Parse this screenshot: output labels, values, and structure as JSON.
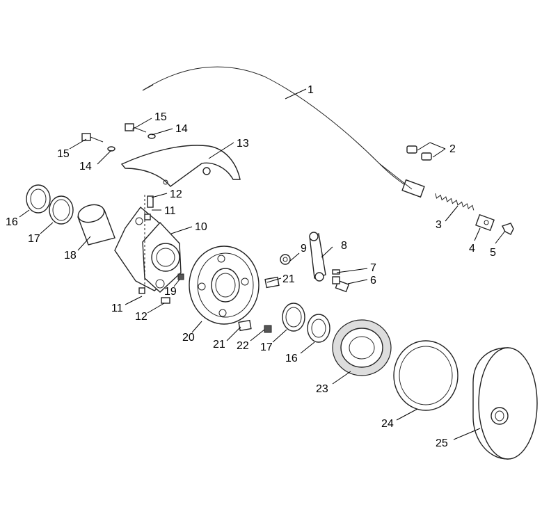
{
  "diagram": {
    "labels": [
      {
        "id": "l1",
        "text": "1"
      },
      {
        "id": "l2",
        "text": "2"
      },
      {
        "id": "l3",
        "text": "3"
      },
      {
        "id": "l4",
        "text": "4"
      },
      {
        "id": "l5",
        "text": "5"
      },
      {
        "id": "l6",
        "text": "6"
      },
      {
        "id": "l7",
        "text": "7"
      },
      {
        "id": "l8",
        "text": "8"
      },
      {
        "id": "l9",
        "text": "9"
      },
      {
        "id": "l10",
        "text": "10"
      },
      {
        "id": "l11a",
        "text": "11"
      },
      {
        "id": "l11b",
        "text": "11"
      },
      {
        "id": "l12a",
        "text": "12"
      },
      {
        "id": "l12b",
        "text": "12"
      },
      {
        "id": "l13",
        "text": "13"
      },
      {
        "id": "l14a",
        "text": "14"
      },
      {
        "id": "l14b",
        "text": "14"
      },
      {
        "id": "l15a",
        "text": "15"
      },
      {
        "id": "l15b",
        "text": "15"
      },
      {
        "id": "l16a",
        "text": "16"
      },
      {
        "id": "l16b",
        "text": "16"
      },
      {
        "id": "l17a",
        "text": "17"
      },
      {
        "id": "l17b",
        "text": "17"
      },
      {
        "id": "l18",
        "text": "18"
      },
      {
        "id": "l19",
        "text": "19"
      },
      {
        "id": "l20",
        "text": "20"
      },
      {
        "id": "l21a",
        "text": "21"
      },
      {
        "id": "l21b",
        "text": "21"
      },
      {
        "id": "l22",
        "text": "22"
      },
      {
        "id": "l23",
        "text": "23"
      },
      {
        "id": "l24",
        "text": "24"
      },
      {
        "id": "l25",
        "text": "25"
      }
    ]
  }
}
